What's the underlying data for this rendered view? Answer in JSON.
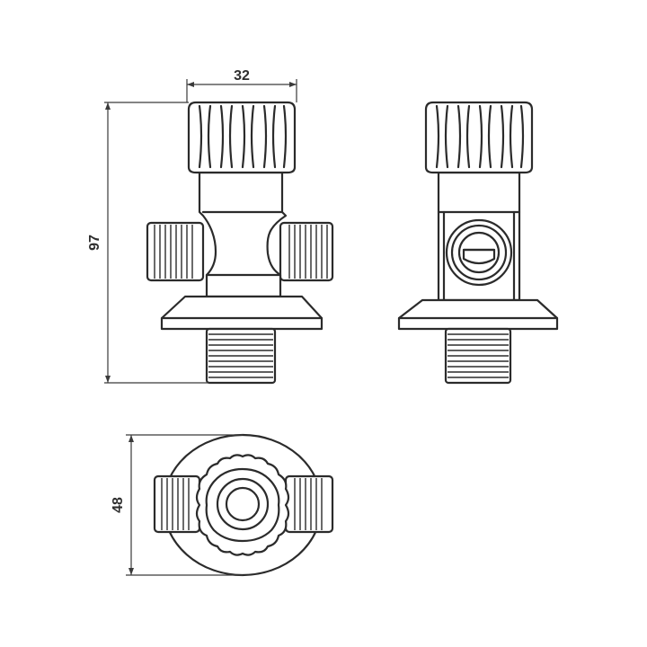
{
  "dimensions": {
    "width_top": "32",
    "height_overall": "97",
    "depth_bottom": "48"
  }
}
